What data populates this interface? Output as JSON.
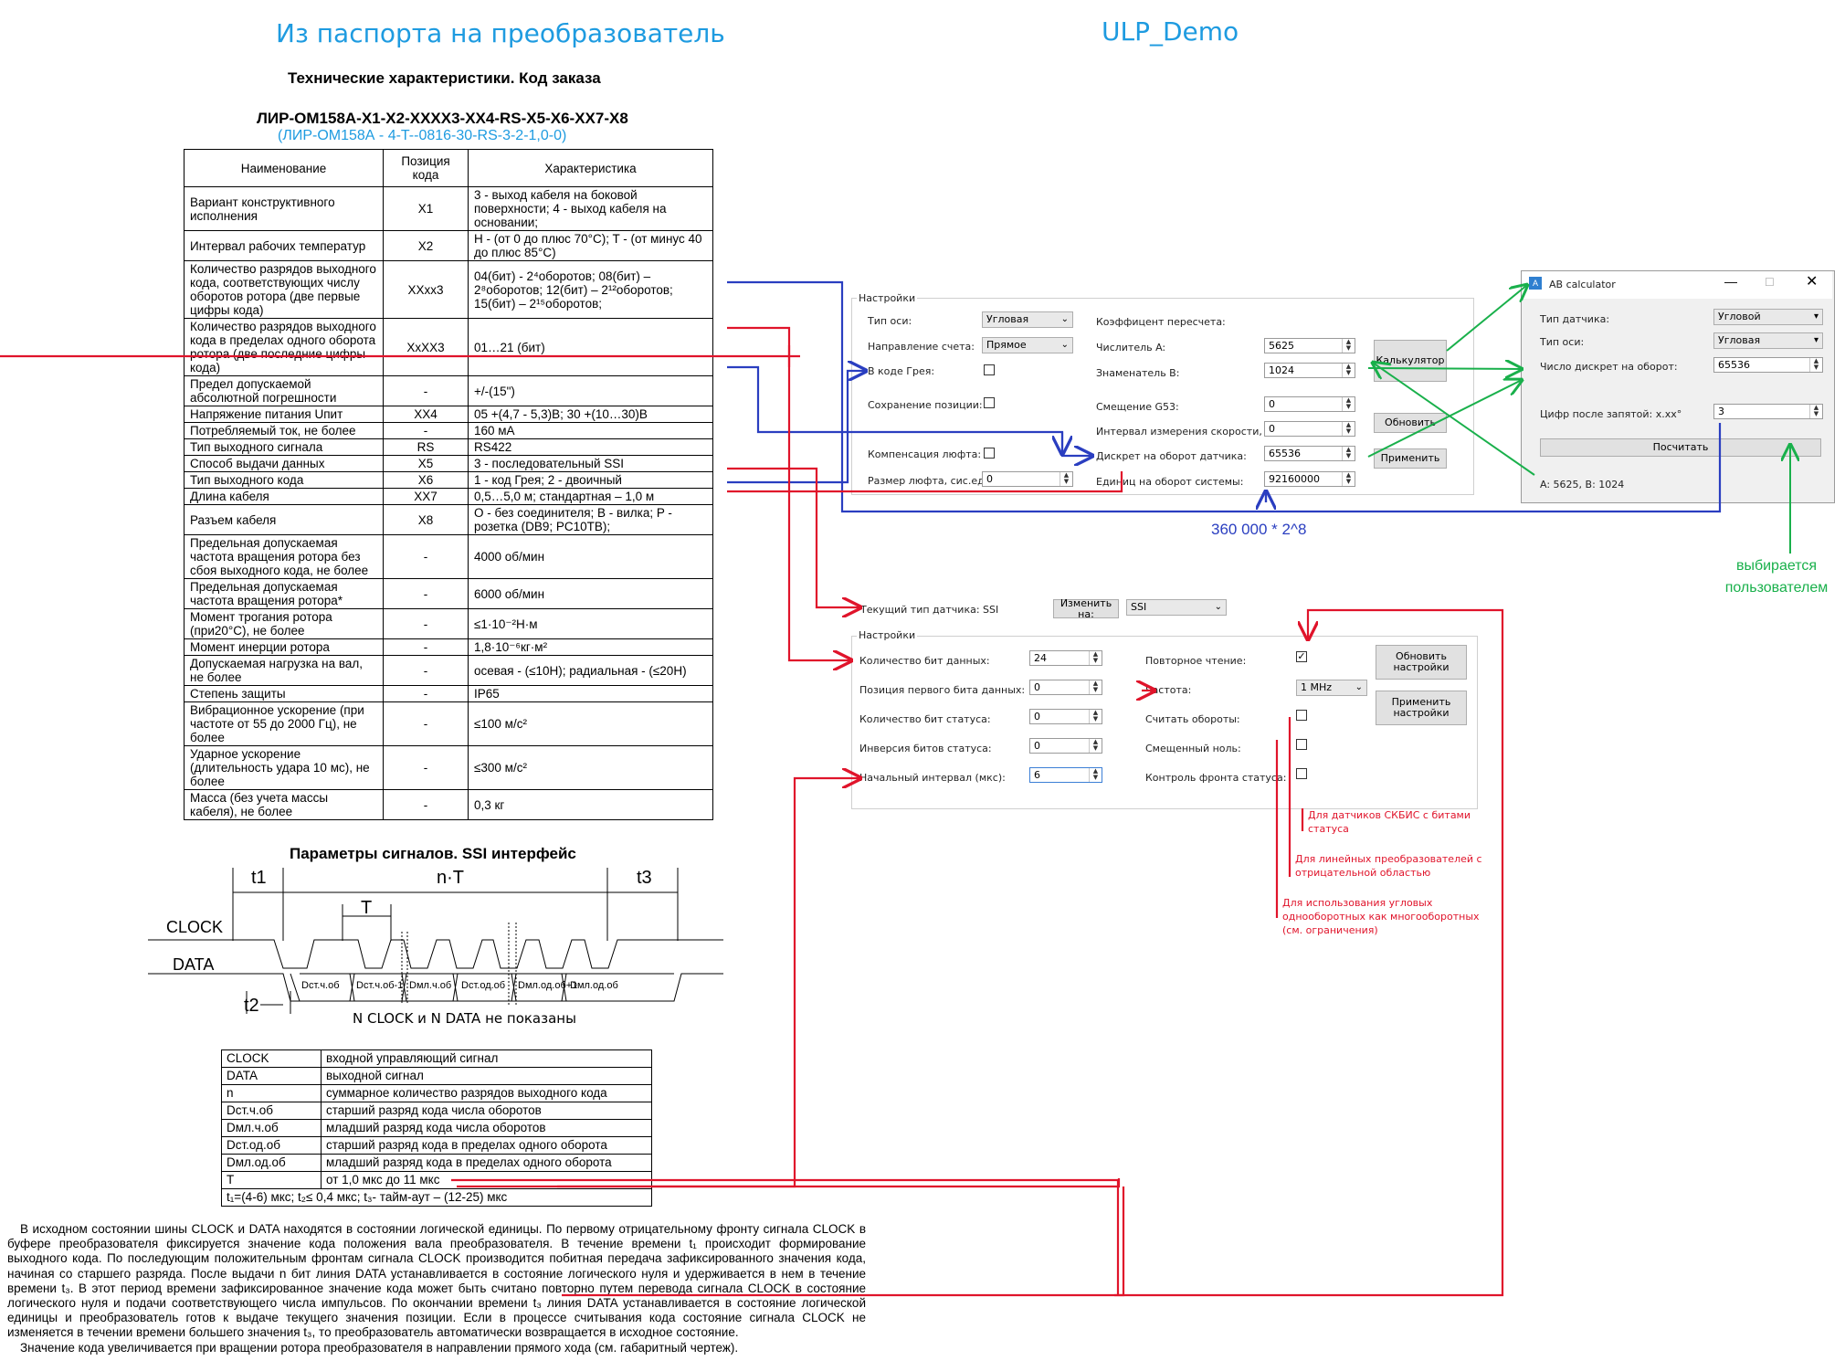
{
  "titles": {
    "left": "Из паспорта на преобразователь",
    "right": "ULP_Demo"
  },
  "spec": {
    "heading": "Технические характеристики. Код заказа",
    "order_code": "ЛИР-ОМ158А-Х1-Х2-ХХХХ3-ХХ4-RS-Х5-Х6-ХХ7-Х8",
    "example_code": "(ЛИР-ОМ158А - 4-T--0816-30-RS-3-2-1,0-0)",
    "headers": [
      "Наименование",
      "Позиция кода",
      "Характеристика"
    ],
    "rows": [
      {
        "name": "Вариант конструктивного исполнения",
        "pos": "X1",
        "val": "3 - выход кабеля на боковой поверхности; 4 - выход кабеля на основании;"
      },
      {
        "name": "Интервал рабочих температур",
        "pos": "X2",
        "val": "H - (от 0 до плюс 70°C); T - (от минус 40 до плюс 85°C)"
      },
      {
        "name": "Количество разрядов выходного кода, соответствующих числу оборотов ротора (две первые цифры кода)",
        "pos": "XXxx3",
        "val": "04(бит) - 2⁴оборотов; 08(бит) – 2⁸оборотов; 12(бит) – 2¹²оборотов; 15(бит) – 2¹⁵оборотов;"
      },
      {
        "name": "Количество разрядов выходного кода в пределах одного оборота ротора (две последние цифры кода)",
        "pos": "XxXX3",
        "val": "01…21 (бит)"
      },
      {
        "name": "Предел допускаемой абсолютной погрешности",
        "pos": "-",
        "val": "+/-(15\")"
      },
      {
        "name": "Напряжение питания Uпит",
        "pos": "XX4",
        "val": "05 +(4,7 - 5,3)В; 30 +(10…30)В"
      },
      {
        "name": "Потребляемый ток, не более",
        "pos": "-",
        "val": "160 мА"
      },
      {
        "name": "Тип выходного сигнала",
        "pos": "RS",
        "val": "RS422"
      },
      {
        "name": "Способ выдачи данных",
        "pos": "X5",
        "val": "3 - последовательный SSI"
      },
      {
        "name": "Тип выходного кода",
        "pos": "X6",
        "val": "1 - код Грея; 2 - двоичный"
      },
      {
        "name": "Длина кабеля",
        "pos": "XX7",
        "val": "0,5…5,0 м; стандартная – 1,0 м"
      },
      {
        "name": "Разъем кабеля",
        "pos": "X8",
        "val": "O - без соединителя; B - вилка; P - розетка (DB9; PC10TB);"
      },
      {
        "name": "Предельная допускаемая частота вращения ротора без сбоя выходного кода, не более",
        "pos": "-",
        "val": "4000 об/мин"
      },
      {
        "name": "Предельная допускаемая частота вращения ротора*",
        "pos": "-",
        "val": "6000 об/мин"
      },
      {
        "name": "Момент трогания ротора (при20°C), не более",
        "pos": "-",
        "val": "≤1·10⁻²Н·м"
      },
      {
        "name": "Момент инерции ротора",
        "pos": "-",
        "val": "1,8·10⁻⁶кг·м²"
      },
      {
        "name": "Допускаемая нагрузка на вал, не более",
        "pos": "-",
        "val": "осевая - (≤10Н); радиальная - (≤20Н)"
      },
      {
        "name": "Степень защиты",
        "pos": "-",
        "val": "IP65"
      },
      {
        "name": "Вибрационное ускорение (при частоте от 55 до 2000 Гц), не более",
        "pos": "-",
        "val": "≤100 м/с²"
      },
      {
        "name": "Ударное ускорение (длительность удара 10 мс), не более",
        "pos": "-",
        "val": "≤300 м/с²"
      },
      {
        "name": "Масса (без учета массы кабеля), не более",
        "pos": "-",
        "val": "0,3 кг"
      }
    ]
  },
  "ssi": {
    "heading": "Параметры сигналов. SSI интерфейс",
    "t1": "t1",
    "t2": "t2",
    "t3": "t3",
    "nT": "n·T",
    "T": "T",
    "clock": "CLOCK",
    "data": "DATA",
    "bits": [
      "Dст.ч.об",
      "Dст.ч.об-1",
      "Dмл.ч.об",
      "Dст.од.об",
      "Dмл.од.об+1",
      "Dмл.од.об"
    ],
    "not_shown": "N CLOCK и N DATA не показаны",
    "legend": [
      {
        "k": "CLOCK",
        "v": "входной управляющий сигнал"
      },
      {
        "k": "DATA",
        "v": "выходной сигнал"
      },
      {
        "k": "n",
        "v": "суммарное количество разрядов выходного кода"
      },
      {
        "k": "Dст.ч.об",
        "v": "старший разряд кода числа оборотов"
      },
      {
        "k": "Dмл.ч.об",
        "v": "младший разряд кода числа оборотов"
      },
      {
        "k": "Dст.од.об",
        "v": "старший разряд кода в пределах одного оборота"
      },
      {
        "k": "Dмл.од.об",
        "v": "младший разряд кода в пределах одного оборота"
      },
      {
        "k": "T",
        "v": "от 1,0 мкс до 11 мкс"
      }
    ],
    "timing_note": "t₁=(4-6) мкс; t₂≤ 0,4 мкс; t₃- тайм-аут – (12-25) мкс",
    "paragraph": "В исходном состоянии шины CLOCK и DATA находятся в состоянии логической единицы. По первому отрицательному фронту сигнала CLOCK в буфере преобразователя фиксируется значение кода положения вала преобразователя. В течение времени t₁ происходит формирование выходного кода. По последующим положительным фронтам сигнала CLOCK производится побитная передача зафиксированного значения кода, начиная со старшего разряда. После выдачи n бит линия DATA устанавливается в состояние логического нуля и удерживается в нем в течение времени t₃. В этот период времени зафиксированное значение кода может быть считано повторно путем перевода сигнала CLOCK в состояние логического нуля и подачи соответствующего числа импульсов. По окончании времени t₃ линия DATA устанавливается в состояние логической единицы и преобразователь готов к выдаче текущего значения позиции. Если в процессе считывания кода состояние сигнала CLOCK не изменяется в течении времени большего значения t₃, то преобразователь автоматически возвращается в исходное состояние.",
    "paragraph2": "Значение кода увеличивается при вращении ротора преобразователя в направлении прямого хода (см. габаритный чертеж)."
  },
  "settings1": {
    "group": "Настройки",
    "axis_type_label": "Тип оси:",
    "axis_type": "Угловая",
    "direction_label": "Направление счета:",
    "direction": "Прямое",
    "gray_label": "В коде Грея:",
    "save_pos_label": "Сохранение позиции:",
    "backlash_label": "Компенсация люфта:",
    "backlash_size_label": "Размер люфта, сис.ед:",
    "backlash_size": "0",
    "coef_label": "Коэффицент пересчета:",
    "num_label": "Числитель A:",
    "num": "5625",
    "den_label": "Знаменатель B:",
    "den": "1024",
    "g53_label": "Смещение G53:",
    "g53": "0",
    "speed_label": "Интервал измерения скорости, мс:",
    "speed": "0",
    "discr_label": "Дискрет на оборот датчика:",
    "discr": "65536",
    "units_label": "Единиц на оборот системы:",
    "units": "92160000",
    "calc_btn": "Калькулятор",
    "refresh_btn": "Обновить",
    "apply_btn": "Применить"
  },
  "calc": {
    "title": "AB calculator",
    "sensor_label": "Тип датчика:",
    "sensor": "Угловой",
    "axis_label": "Тип оси:",
    "axis": "Угловая",
    "discr_label": "Число дискрет на оборот:",
    "discr": "65536",
    "digits_label": "Цифр после запятой: x.xx°",
    "digits": "3",
    "calc_btn": "Посчитать",
    "result": "A: 5625, B: 1024"
  },
  "formula": "360 000 * 2^8",
  "green_note": "выбирается пользователем",
  "settings2": {
    "current_label": "Текущий тип датчика: SSI",
    "change_label": "Изменить на:",
    "change": "SSI",
    "group": "Настройки",
    "bits_label": "Количество бит данных:",
    "bits": "24",
    "first_bit_label": "Позиция первого бита данных:",
    "first_bit": "0",
    "status_bits_label": "Количество бит статуса:",
    "status_bits": "0",
    "inv_label": "Инверсия битов статуса:",
    "inv": "0",
    "interval_label": "Начальный интервал (мкс):",
    "interval": "6",
    "repeat_label": "Повторное чтение:",
    "freq_label": "Частота:",
    "freq": "1 MHz",
    "turns_label": "Считать обороты:",
    "zero_label": "Смещенный ноль:",
    "front_label": "Контроль фронта статуса:",
    "refresh_btn": "Обновить настройки",
    "apply_btn": "Применить настройки"
  },
  "red_notes": [
    "Для датчиков СКБИС с битами статуса",
    "Для линейных преобразователей с отрицательной областью",
    "Для использования угловых однооборотных как многооборотных (см. ограничения)"
  ]
}
